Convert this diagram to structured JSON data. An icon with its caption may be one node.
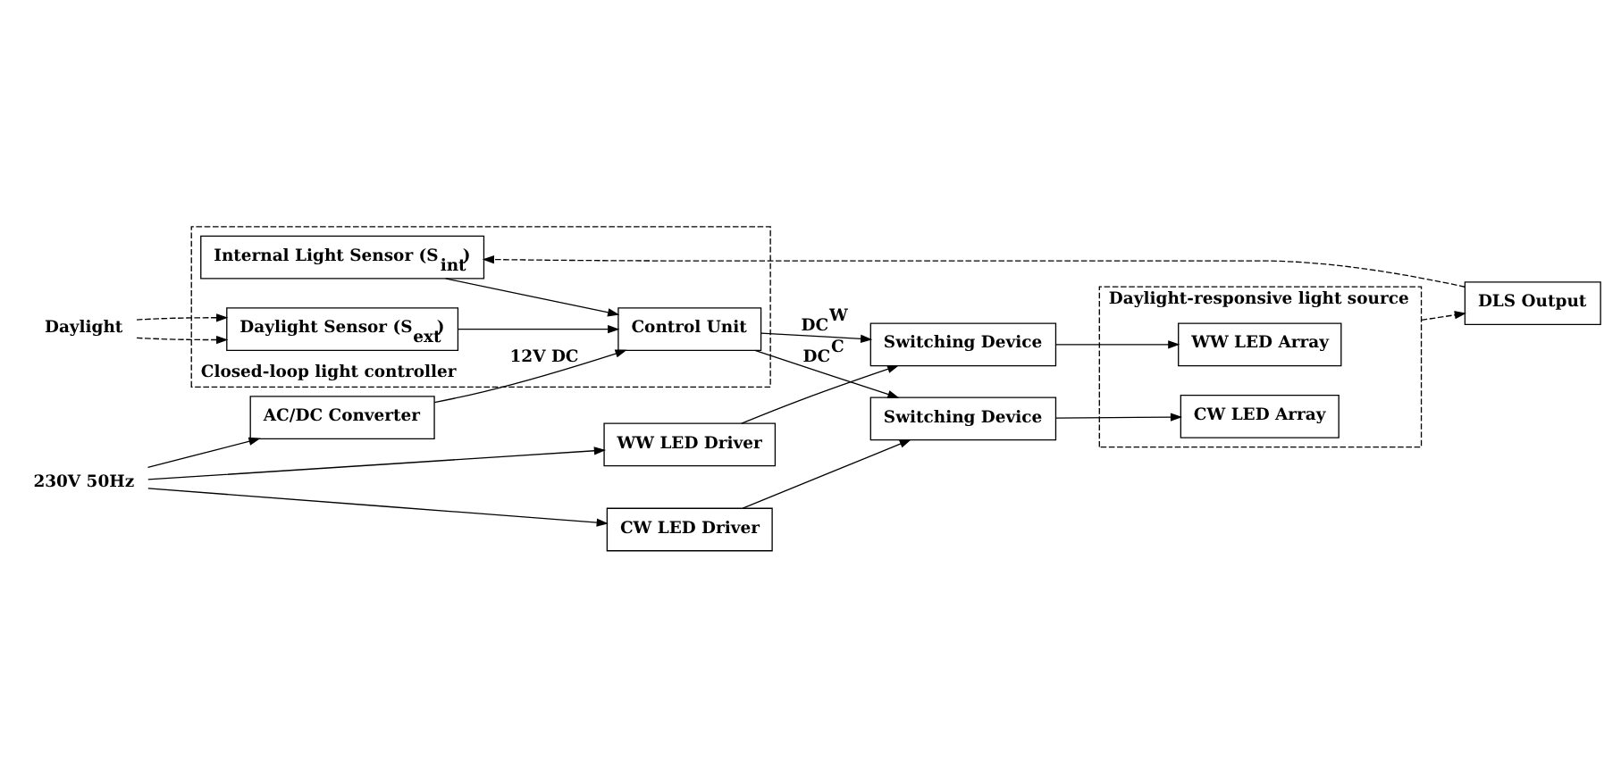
{
  "diagram": {
    "nodes": [
      {
        "text": [
          "230V 50Hz"
        ]
      },
      {
        "text": [
          "AC/DC Converter"
        ]
      },
      {
        "text": [
          "WW LED Driver"
        ]
      },
      {
        "text": [
          "Switching Device"
        ]
      },
      {
        "text": [
          "Daylight"
        ]
      },
      {
        "text": [
          "Closed-loop light controller"
        ]
      },
      {
        "text": [
          "Daylight Sensor (S$_{ext}$)"
        ],
        "in": 5
      },
      {
        "text": [
          "Control Unit"
        ],
        "in": 5
      },
      {
        "text": [
          "Internal Light Sensor (S$_{int}$)"
        ],
        "in": 5
      },
      {
        "text": [
          "Daylight-responsive light source"
        ]
      },
      {
        "text": [
          "WW LED Array"
        ],
        "in": 9
      },
      {
        "text": [
          "CW LED Array"
        ],
        "in": 9
      },
      {
        "text": [
          "CW LED Driver"
        ]
      },
      {
        "text": [
          "Switching Device"
        ]
      },
      {
        "text": [
          "DLS Output"
        ]
      }
    ],
    "edges": [
      {
        "from": 0,
        "to": 1,
        "arrow": "to"
      },
      {
        "from": 0,
        "to": 2,
        "arrow": "to"
      },
      {
        "from": 0,
        "to": 12,
        "arrow": "to"
      },
      {
        "from": 2,
        "to": 3,
        "arrow": "to"
      },
      {
        "from": 12,
        "to": 13,
        "arrow": "to"
      },
      {
        "from": 4,
        "to": 6,
        "arrow": "to",
        "style": "dashed"
      },
      {
        "from": 4,
        "to": 6,
        "arrow": "to",
        "style": "dashed"
      },
      {
        "from": 6,
        "to": 7,
        "arrow": "to"
      },
      {
        "from": 1,
        "to": 7,
        "arrow": "to",
        "label": "12V DC"
      },
      {
        "from": 8,
        "to": 7,
        "arrow": "to"
      },
      {
        "from": 7,
        "to": 3,
        "arrow": "to",
        "label": "DC$^{W}$"
      },
      {
        "from": 7,
        "to": 13,
        "arrow": "to",
        "label": "DC$^{C}$"
      },
      {
        "from": 3,
        "to": 10,
        "arrow": "to"
      },
      {
        "from": 13,
        "to": 11,
        "arrow": "to"
      },
      {
        "from": 9,
        "to": 14,
        "arrow": "to",
        "style": "dashed"
      },
      {
        "from": 14,
        "to": 8,
        "arrow": "to",
        "style": "dashed"
      }
    ]
  }
}
